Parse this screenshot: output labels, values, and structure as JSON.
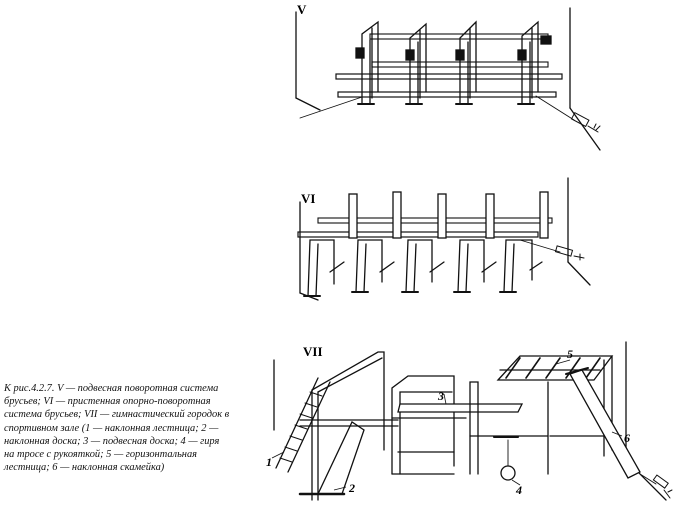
{
  "caption": "К рис.4.2.7. V — подвесная поворотная система брусьев; VI — пристенная опорно-поворотная система брусьев; VII — гимнастический городок в спортивном зале (1 — наклонная лестница; 2 — наклонная доска; 3 — подвесная доска; 4 — гиря на тросе с рукояткой; 5 — горизонтальная лестница; 6 — наклонная скамейка)",
  "figures": [
    {
      "label": "V"
    },
    {
      "label": "VI"
    },
    {
      "label": "VII",
      "callouts": [
        "1",
        "2",
        "3",
        "4",
        "5",
        "6"
      ]
    }
  ],
  "colors": {
    "ink": "#111111",
    "paper": "#ffffff"
  }
}
